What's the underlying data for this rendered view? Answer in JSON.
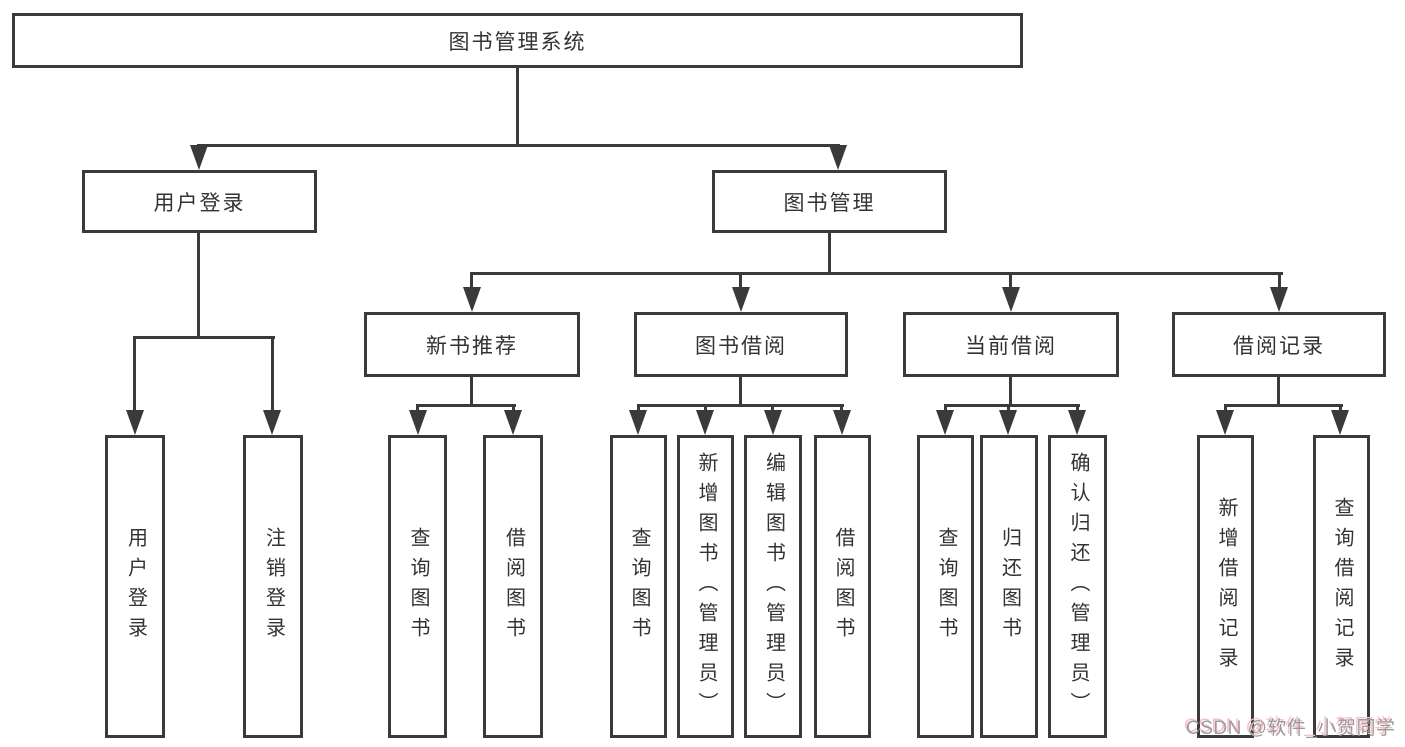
{
  "diagram": {
    "root": {
      "label": "图书管理系统"
    },
    "level2": [
      {
        "label": "用户登录"
      },
      {
        "label": "图书管理"
      }
    ],
    "level3": [
      {
        "label": "新书推荐"
      },
      {
        "label": "图书借阅"
      },
      {
        "label": "当前借阅"
      },
      {
        "label": "借阅记录"
      }
    ],
    "leaves": {
      "user_login": [
        {
          "label": "用户登录"
        },
        {
          "label": "注销登录"
        }
      ],
      "new_books": [
        {
          "label": "查询图书"
        },
        {
          "label": "借阅图书"
        }
      ],
      "book_borrow": [
        {
          "label": "查询图书"
        },
        {
          "label": "新增图书（管理员）"
        },
        {
          "label": "编辑图书（管理员）"
        },
        {
          "label": "借阅图书"
        }
      ],
      "current_borrow": [
        {
          "label": "查询图书"
        },
        {
          "label": "归还图书"
        },
        {
          "label": "确认归还（管理员）"
        }
      ],
      "borrow_records": [
        {
          "label": "新增借阅记录"
        },
        {
          "label": "查询借阅记录"
        }
      ]
    }
  },
  "watermark": {
    "text": "CSDN @软件_小贺同学"
  },
  "colors": {
    "line": "#3a3a3a",
    "text": "#333333",
    "background": "#ffffff",
    "watermark": "#9b9b9b",
    "watermark_accent": "#f6bfc9"
  }
}
